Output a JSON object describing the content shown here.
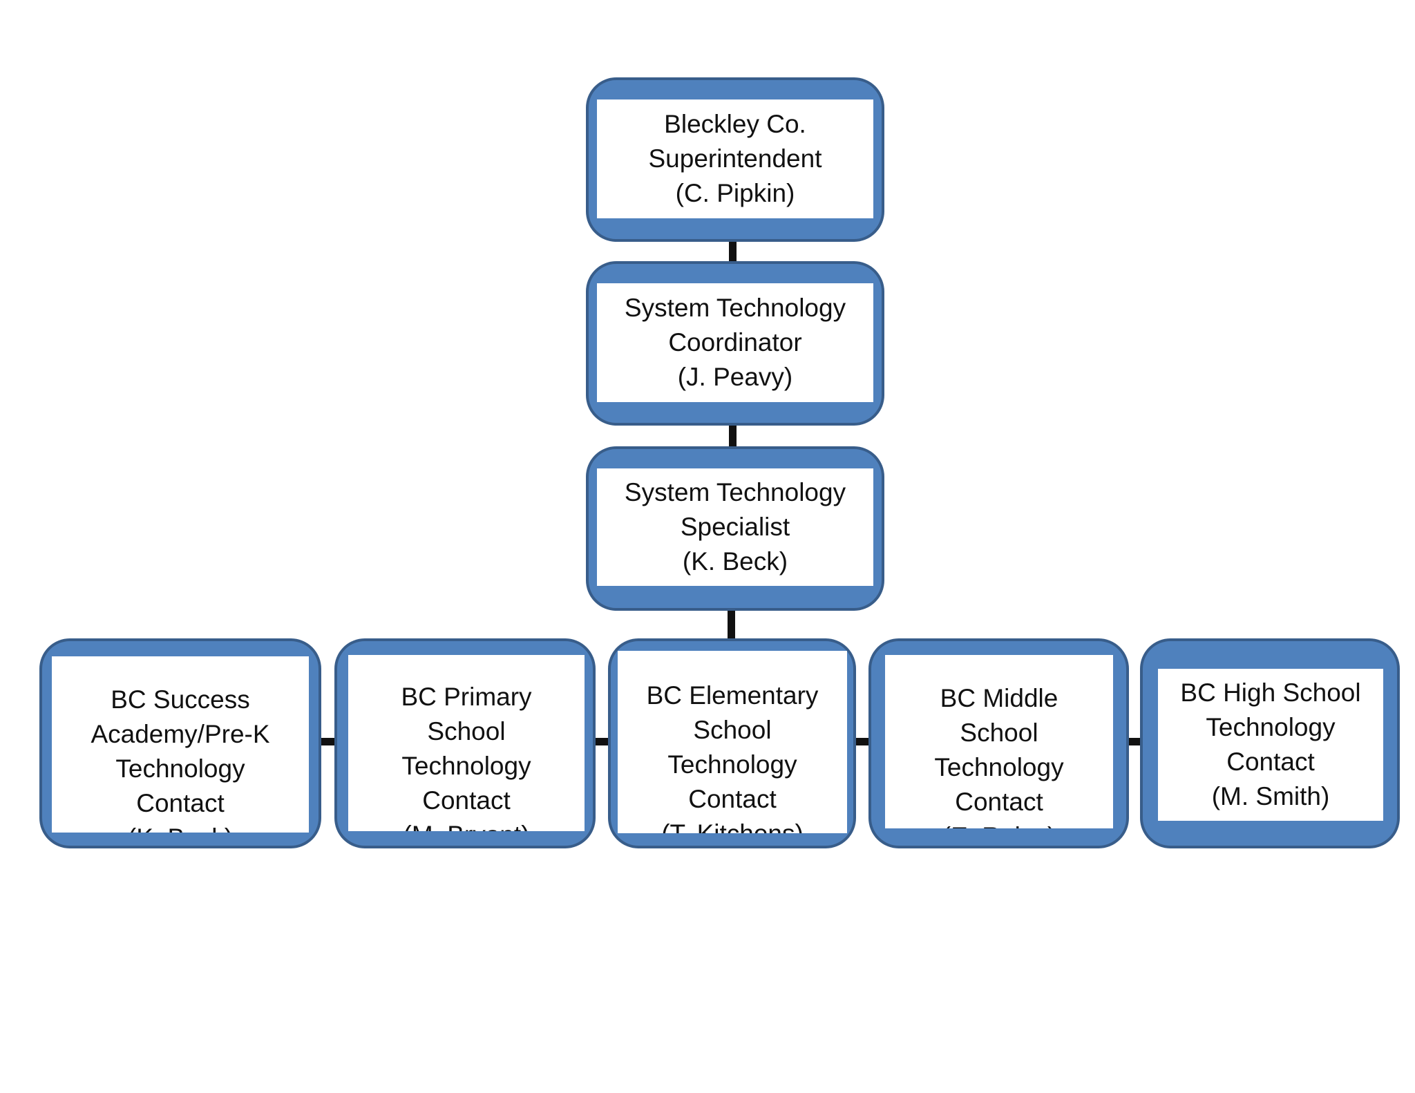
{
  "colors": {
    "box_fill": "#4f81bd",
    "box_border": "#385d8a",
    "inner_fill": "#ffffff",
    "connector": "#111111",
    "text": "#111111"
  },
  "nodes": {
    "superintendent": {
      "line1": "Bleckley Co.",
      "line2": "Superintendent",
      "line3": "(C. Pipkin)"
    },
    "coordinator": {
      "line1": "System Technology",
      "line2": "Coordinator",
      "line3": "(J. Peavy)"
    },
    "specialist": {
      "line1": "System Technology",
      "line2": "Specialist",
      "line3": "(K. Beck)"
    },
    "success_academy": {
      "line1": "BC Success",
      "line2": "Academy/Pre-K",
      "line3": "Technology",
      "line4": "Contact",
      "line5": "(K. Beck)"
    },
    "primary": {
      "line1": "BC Primary",
      "line2": "School",
      "line3": "Technology",
      "line4": "Contact",
      "line5": "(M. Bryant)"
    },
    "elementary": {
      "line1": "BC Elementary",
      "line2": "School",
      "line3": "Technology",
      "line4": "Contact",
      "line5": "(T. Kitchens)"
    },
    "middle": {
      "line1": "BC Middle",
      "line2": "School",
      "line3": "Technology",
      "line4": "Contact",
      "line5": "(E. Raley)"
    },
    "high": {
      "line1": "BC High School",
      "line2": "Technology",
      "line3": "Contact",
      "line4": "(M. Smith)"
    }
  }
}
